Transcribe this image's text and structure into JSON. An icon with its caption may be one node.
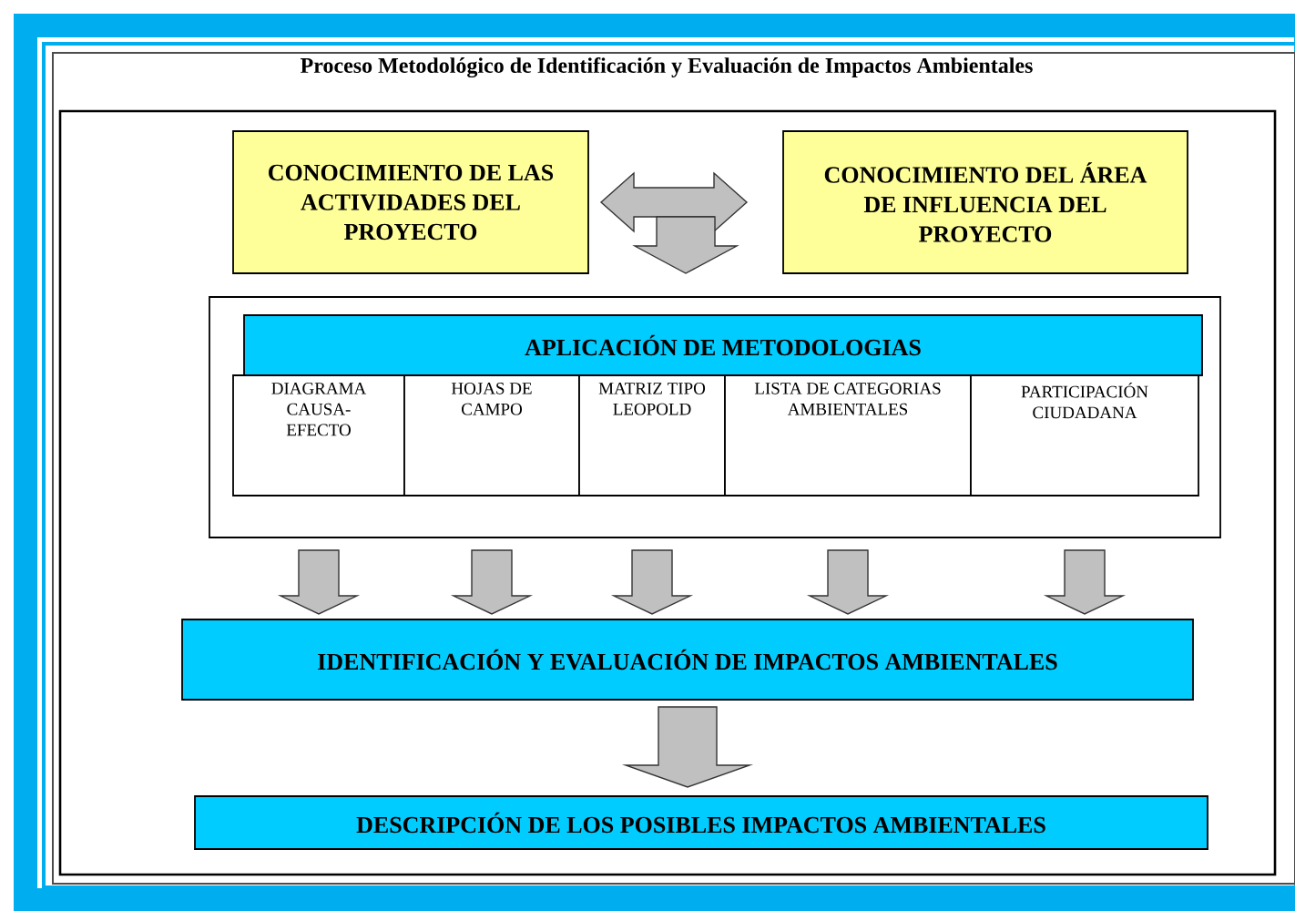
{
  "diagram": {
    "title": "Proceso Metodológico de Identificación y Evaluación de Impactos Ambientales",
    "nodes": [
      {
        "text": [
          "CONOCIMIENTO DE LAS ACTIVIDADES DEL PROYECTO"
        ]
      },
      {
        "text": [
          "CONOCIMIENTO DEL ÁREA DE INFLUENCIA DEL PROYECTO"
        ]
      },
      {
        "text": [],
        "shape": "box"
      },
      {
        "text": [
          "APLICACIÓN DE METODOLOGIAS"
        ],
        "in": 2
      },
      {
        "text": [
          "DIAGRAMA CAUSA-EFECTO"
        ],
        "in": 2
      },
      {
        "text": [
          "HOJAS DE CAMPO"
        ],
        "in": 2
      },
      {
        "text": [
          "MATRIZ TIPO LEOPOLD"
        ],
        "in": 2
      },
      {
        "text": [
          "LISTA DE CATEGORIAS AMBIENTALES"
        ],
        "in": 2
      },
      {
        "text": [
          "PARTICIPACIÓN CIUDADANA"
        ],
        "in": 2
      },
      {
        "text": [
          "IDENTIFICACIÓN Y EVALUACIÓN DE IMPACTOS AMBIENTALES"
        ]
      },
      {
        "text": [
          "DESCRIPCIÓN DE LOS POSIBLES IMPACTOS AMBIENTALES"
        ]
      }
    ],
    "edges": [
      {
        "from": 0,
        "to": 1,
        "arrow": "both"
      },
      {
        "from": 0,
        "to": 2,
        "arrow": "to"
      },
      {
        "from": 1,
        "to": 2,
        "arrow": "to"
      },
      {
        "from": 4,
        "to": 9,
        "arrow": "to"
      },
      {
        "from": 5,
        "to": 9,
        "arrow": "to"
      },
      {
        "from": 6,
        "to": 9,
        "arrow": "to"
      },
      {
        "from": 7,
        "to": 9,
        "arrow": "to"
      },
      {
        "from": 8,
        "to": 9,
        "arrow": "to"
      },
      {
        "from": 9,
        "to": 10,
        "arrow": "to"
      }
    ]
  }
}
